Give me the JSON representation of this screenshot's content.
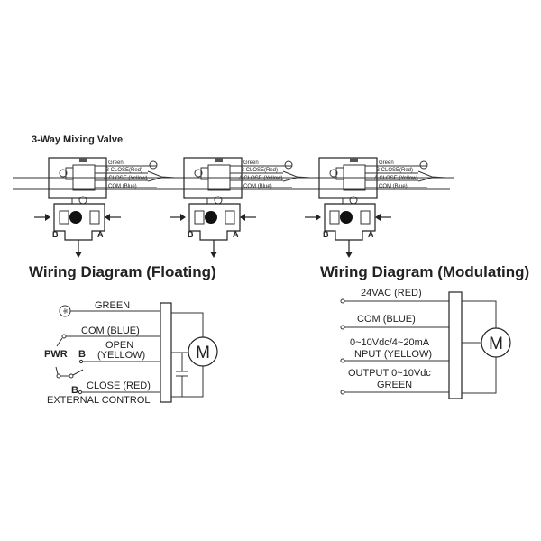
{
  "valve_section": {
    "title": "3-Way Mixing Valve",
    "valve_count": 3,
    "labels": {
      "green": "Green",
      "b_close": "B CLOSE(Red)",
      "a_close": "A CLOSE (Yellow)",
      "com": "COM (Blue)",
      "port_b": "B",
      "port_a": "A"
    }
  },
  "floating": {
    "title": "Wiring Diagram (Floating)",
    "green": "GREEN",
    "com": "COM (BLUE)",
    "open_line1": "OPEN",
    "open_line2": "(YELLOW)",
    "pwr": "PWR",
    "b1": "B",
    "b2": "B",
    "close": "CLOSE (RED)",
    "external": "EXTERNAL CONTROL",
    "motor": "M"
  },
  "modulating": {
    "title": "Wiring Diagram (Modulating)",
    "line1": "24VAC (RED)",
    "line2": "COM (BLUE)",
    "line3a": "0~10Vdc/4~20mA",
    "line3b": "INPUT (YELLOW)",
    "line4a": "OUTPUT 0~10Vdc",
    "line4b": "GREEN",
    "motor": "M"
  }
}
